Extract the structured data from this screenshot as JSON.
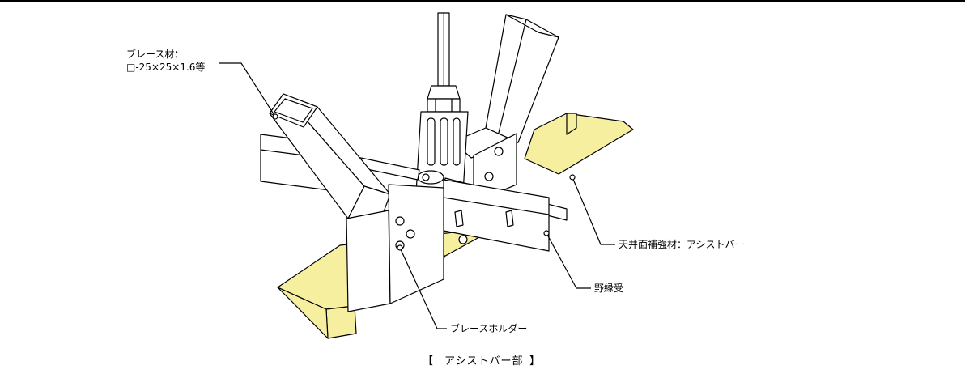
{
  "labels": {
    "brace_material_1": "ブレース材：",
    "brace_material_2": "□-25×25×1.6等",
    "ceiling_reinforcement": "天井面補強材：アシストバー",
    "nobuchi_uke": "野縁受",
    "brace_holder": "ブレースホルダー"
  },
  "caption": {
    "open_bracket": "【",
    "text": "アシストバー部",
    "close_bracket": "】"
  },
  "colors": {
    "assist_bar_fill": "#F7EFA0",
    "line": "#000000",
    "steel_fill": "#FFFFFF"
  }
}
